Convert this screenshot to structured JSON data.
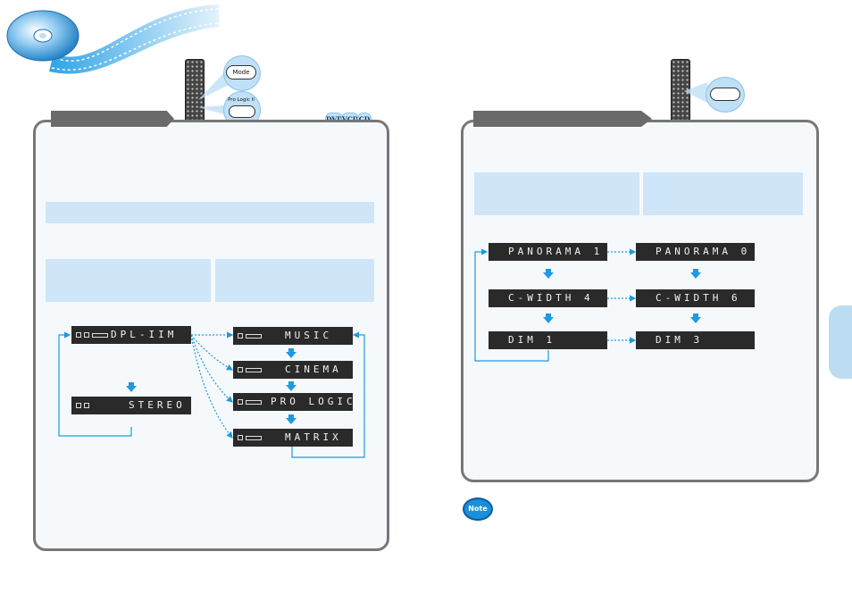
{
  "colors": {
    "accent": "#1e9ae0",
    "panel_border": "#777777",
    "panel_fill": "#f5f9fc",
    "light_box": "#cfe6f8",
    "lcd": "#2a2a2a"
  },
  "icons": {
    "disc": "cd-disc-icon",
    "remote": "remote-control-icon",
    "note": "note-icon"
  },
  "left_remote": {
    "mode_button": "Mode",
    "prologic_button": "Pro Logic II"
  },
  "badges": [
    "DVD",
    "VCD",
    "CD"
  ],
  "note_label": "Note",
  "left_displays": {
    "dpl": "DPL-IIM",
    "stereo": "STEREO",
    "music": "MUSIC",
    "cinema": "CINEMA",
    "pro_logic": "PRO LOGIC",
    "matrix": "MATRIX"
  },
  "right_displays": {
    "panorama_1": "PANORAMA 1",
    "panorama_0": "PANORAMA 0",
    "cwidth_4": "C-WIDTH 4",
    "cwidth_6": "C-WIDTH 6",
    "dim_1": "DIM 1",
    "dim_3": "DIM 3"
  }
}
